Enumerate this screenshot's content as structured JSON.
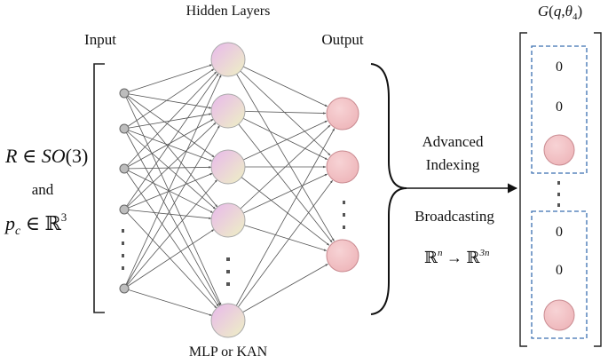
{
  "labels": {
    "hidden_layers": "Hidden Layers",
    "input": "Input",
    "output": "Output",
    "model": "MLP or KAN",
    "advanced": "Advanced",
    "indexing": "Indexing",
    "broadcasting": "Broadcasting",
    "and": "and"
  },
  "math": {
    "rotation": "R ∈ SO(3)",
    "position": "p_c ∈ ℝ^3",
    "mapping": "ℝ^n → ℝ^{3n}",
    "output_vector": "G(q, θ_4)"
  },
  "vector_entries": {
    "zero_top_1": "0",
    "zero_top_2": "0",
    "zero_bottom_1": "0",
    "zero_bottom_2": "0"
  },
  "colors": {
    "hidden_node_fill": "#e6c6e6",
    "hidden_node_fill_2": "#e9ecc8",
    "output_node_fill": "#f2c3c6",
    "input_node_fill": "#bdbdbd",
    "edge": "#555555",
    "dash_box": "#3b6fb0"
  }
}
